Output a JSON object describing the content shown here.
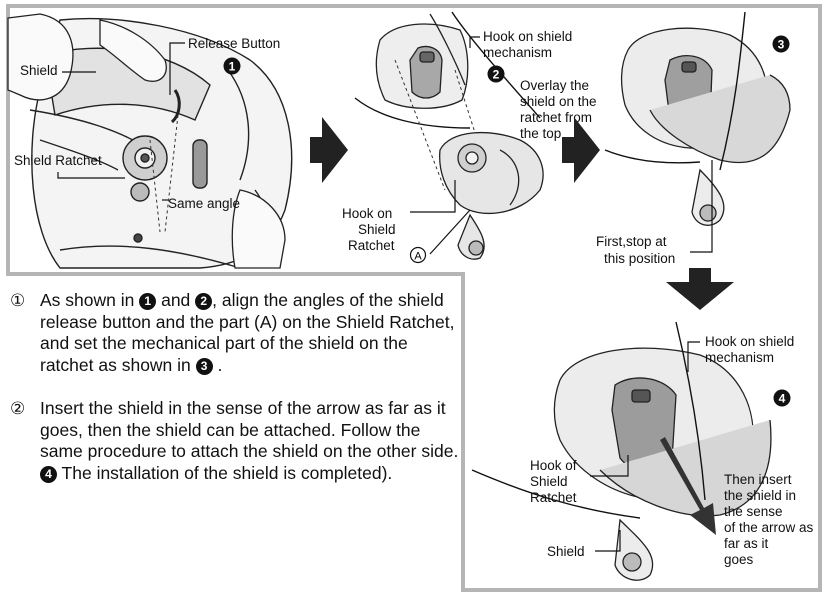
{
  "figure": {
    "labels": {
      "release_button": "Release Button",
      "shield": "Shield",
      "shield_ratchet": "Shield Ratchet",
      "same_angle": "Same angle",
      "hook_on_shield_mechanism": [
        "Hook on shield",
        "mechanism"
      ],
      "overlay": [
        "Overlay the",
        "shield on the",
        "ratchet from",
        "the top"
      ],
      "hook_on_shield_ratchet": [
        "Hook on",
        "Shield",
        "Ratchet"
      ],
      "part_a": "A",
      "first_stop": [
        "First,stop at",
        "this position"
      ],
      "hook_on_shield_mechanism_2": [
        "Hook on shield",
        "mechanism"
      ],
      "hook_of_shield_ratchet": [
        "Hook of",
        "Shield",
        "Ratchet"
      ],
      "shield_bottom": "Shield",
      "then_insert": [
        "Then insert",
        "the shield in",
        "the sense",
        "of the arrow as",
        "far as it",
        "goes"
      ]
    },
    "badges": [
      "1",
      "2",
      "3",
      "4"
    ]
  },
  "steps": [
    {
      "num": "①",
      "parts": [
        "As shown in ",
        " and ",
        ", align the angles of the shield release button and the part (A) on the Shield Ratchet, and set the mechanical part of the shield on the ratchet as shown in ",
        " ."
      ],
      "badges": [
        "1",
        "2",
        "3"
      ]
    },
    {
      "num": "②",
      "parts": [
        "Insert the shield in the sense of the arrow as far as it goes, then the shield can be attached. Follow the same procedure to attach the shield on the other side. ",
        " The installation of the shield is completed)."
      ],
      "badges": [
        "4"
      ]
    }
  ]
}
